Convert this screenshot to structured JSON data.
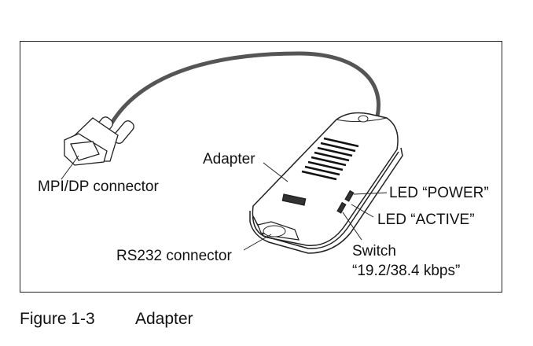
{
  "figure": {
    "number": "Figure 1-3",
    "title": "Adapter"
  },
  "labels": {
    "mpi_dp_connector": "MPI/DP connector",
    "adapter": "Adapter",
    "led_power": "LED “POWER”",
    "led_active": "LED “ACTIVE”",
    "rs232_connector": "RS232 connector",
    "switch_line1": "Switch",
    "switch_line2": "“19.2/38.4 kbps”"
  }
}
